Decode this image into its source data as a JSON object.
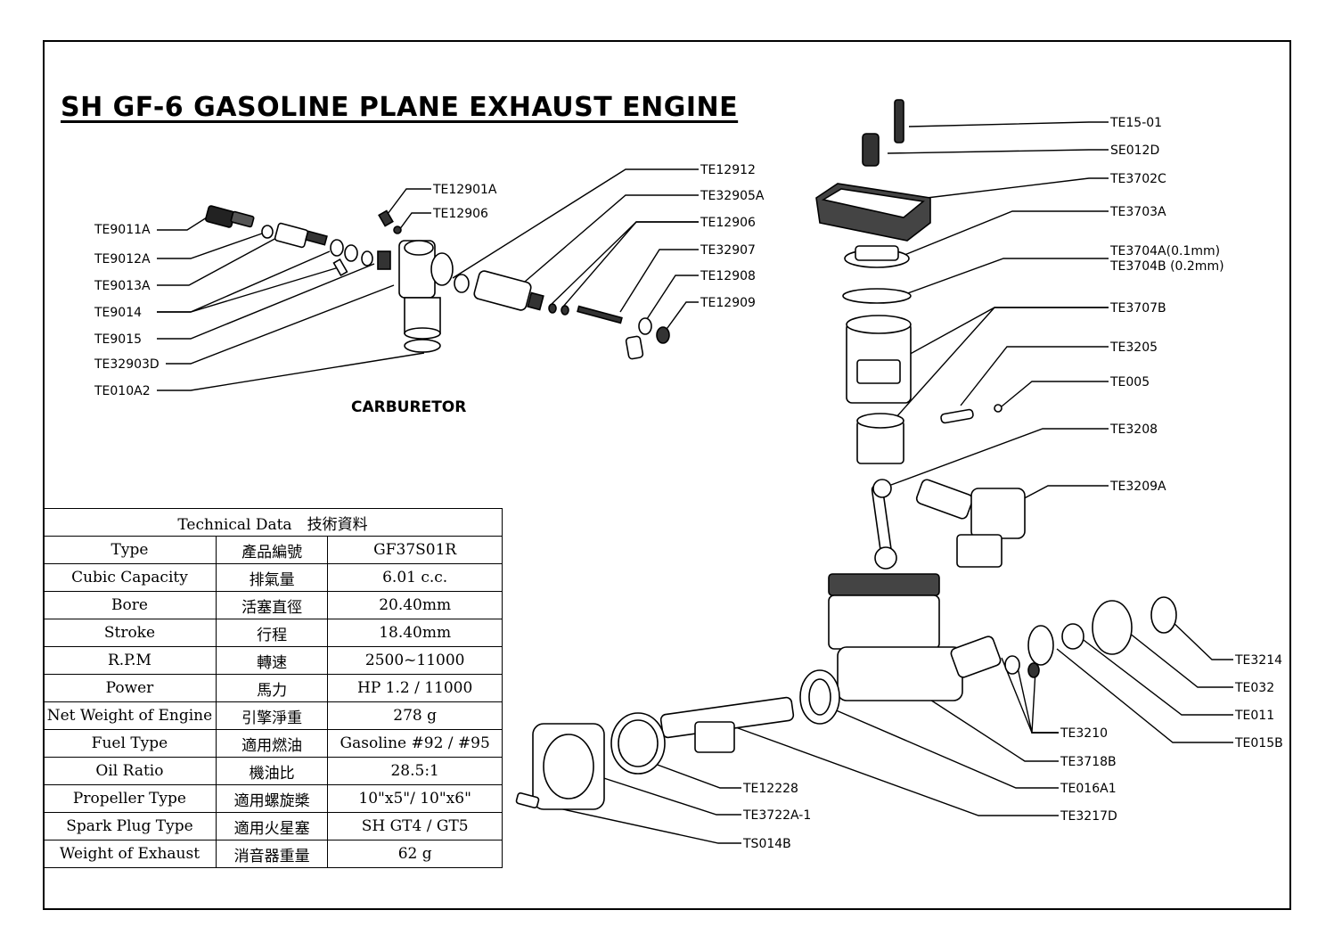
{
  "title": "SH GF-6 GASOLINE PLANE EXHAUST ENGINE",
  "section_label": "CARBURETOR",
  "callouts": [
    "TE9011A",
    "TE9012A",
    "TE9013A",
    "TE9014",
    "TE9015",
    "TE32903D",
    "TE010A2",
    "TE12901A",
    "TE12906",
    "TE12912",
    "TE32905A",
    "TE12906",
    "TE32907",
    "TE12908",
    "TE12909",
    "TE15-01",
    "SE012D",
    "TE3702C",
    "TE3703A",
    "TE3704A(0.1mm)",
    "TE3704B (0.2mm)",
    "TE3707B",
    "TE3205",
    "TE005",
    "TE3208",
    "TE3209A",
    "TE3214",
    "TE032",
    "TE011",
    "TE015B",
    "TE3210",
    "TE3718B",
    "TE016A1",
    "TE12228",
    "TE3722A-1",
    "TE3217D",
    "TS014B"
  ],
  "table": {
    "caption": "Technical Data　技術資料",
    "rows": [
      {
        "en": "Type",
        "zh": "產品編號",
        "value": "GF37S01R"
      },
      {
        "en": "Cubic Capacity",
        "zh": "排氣量",
        "value": "6.01 c.c."
      },
      {
        "en": "Bore",
        "zh": "活塞直徑",
        "value": "20.40mm"
      },
      {
        "en": "Stroke",
        "zh": "行程",
        "value": "18.40mm"
      },
      {
        "en": "R.P.M",
        "zh": "轉速",
        "value": "2500~11000"
      },
      {
        "en": "Power",
        "zh": "馬力",
        "value": "HP 1.2 / 11000"
      },
      {
        "en": "Net Weight of Engine",
        "zh": "引擎淨重",
        "value": "278 g"
      },
      {
        "en": "Fuel Type",
        "zh": "適用燃油",
        "value": "Gasoline #92 / #95"
      },
      {
        "en": "Oil Ratio",
        "zh": "機油比",
        "value": "28.5:1"
      },
      {
        "en": "Propeller Type",
        "zh": "適用螺旋槳",
        "value": "10\"x5\"/ 10\"x6\""
      },
      {
        "en": "Spark Plug Type",
        "zh": "適用火星塞",
        "value": "SH GT4 / GT5"
      },
      {
        "en": "Weight of Exhaust",
        "zh": "消音器重量",
        "value": "62 g"
      }
    ]
  }
}
